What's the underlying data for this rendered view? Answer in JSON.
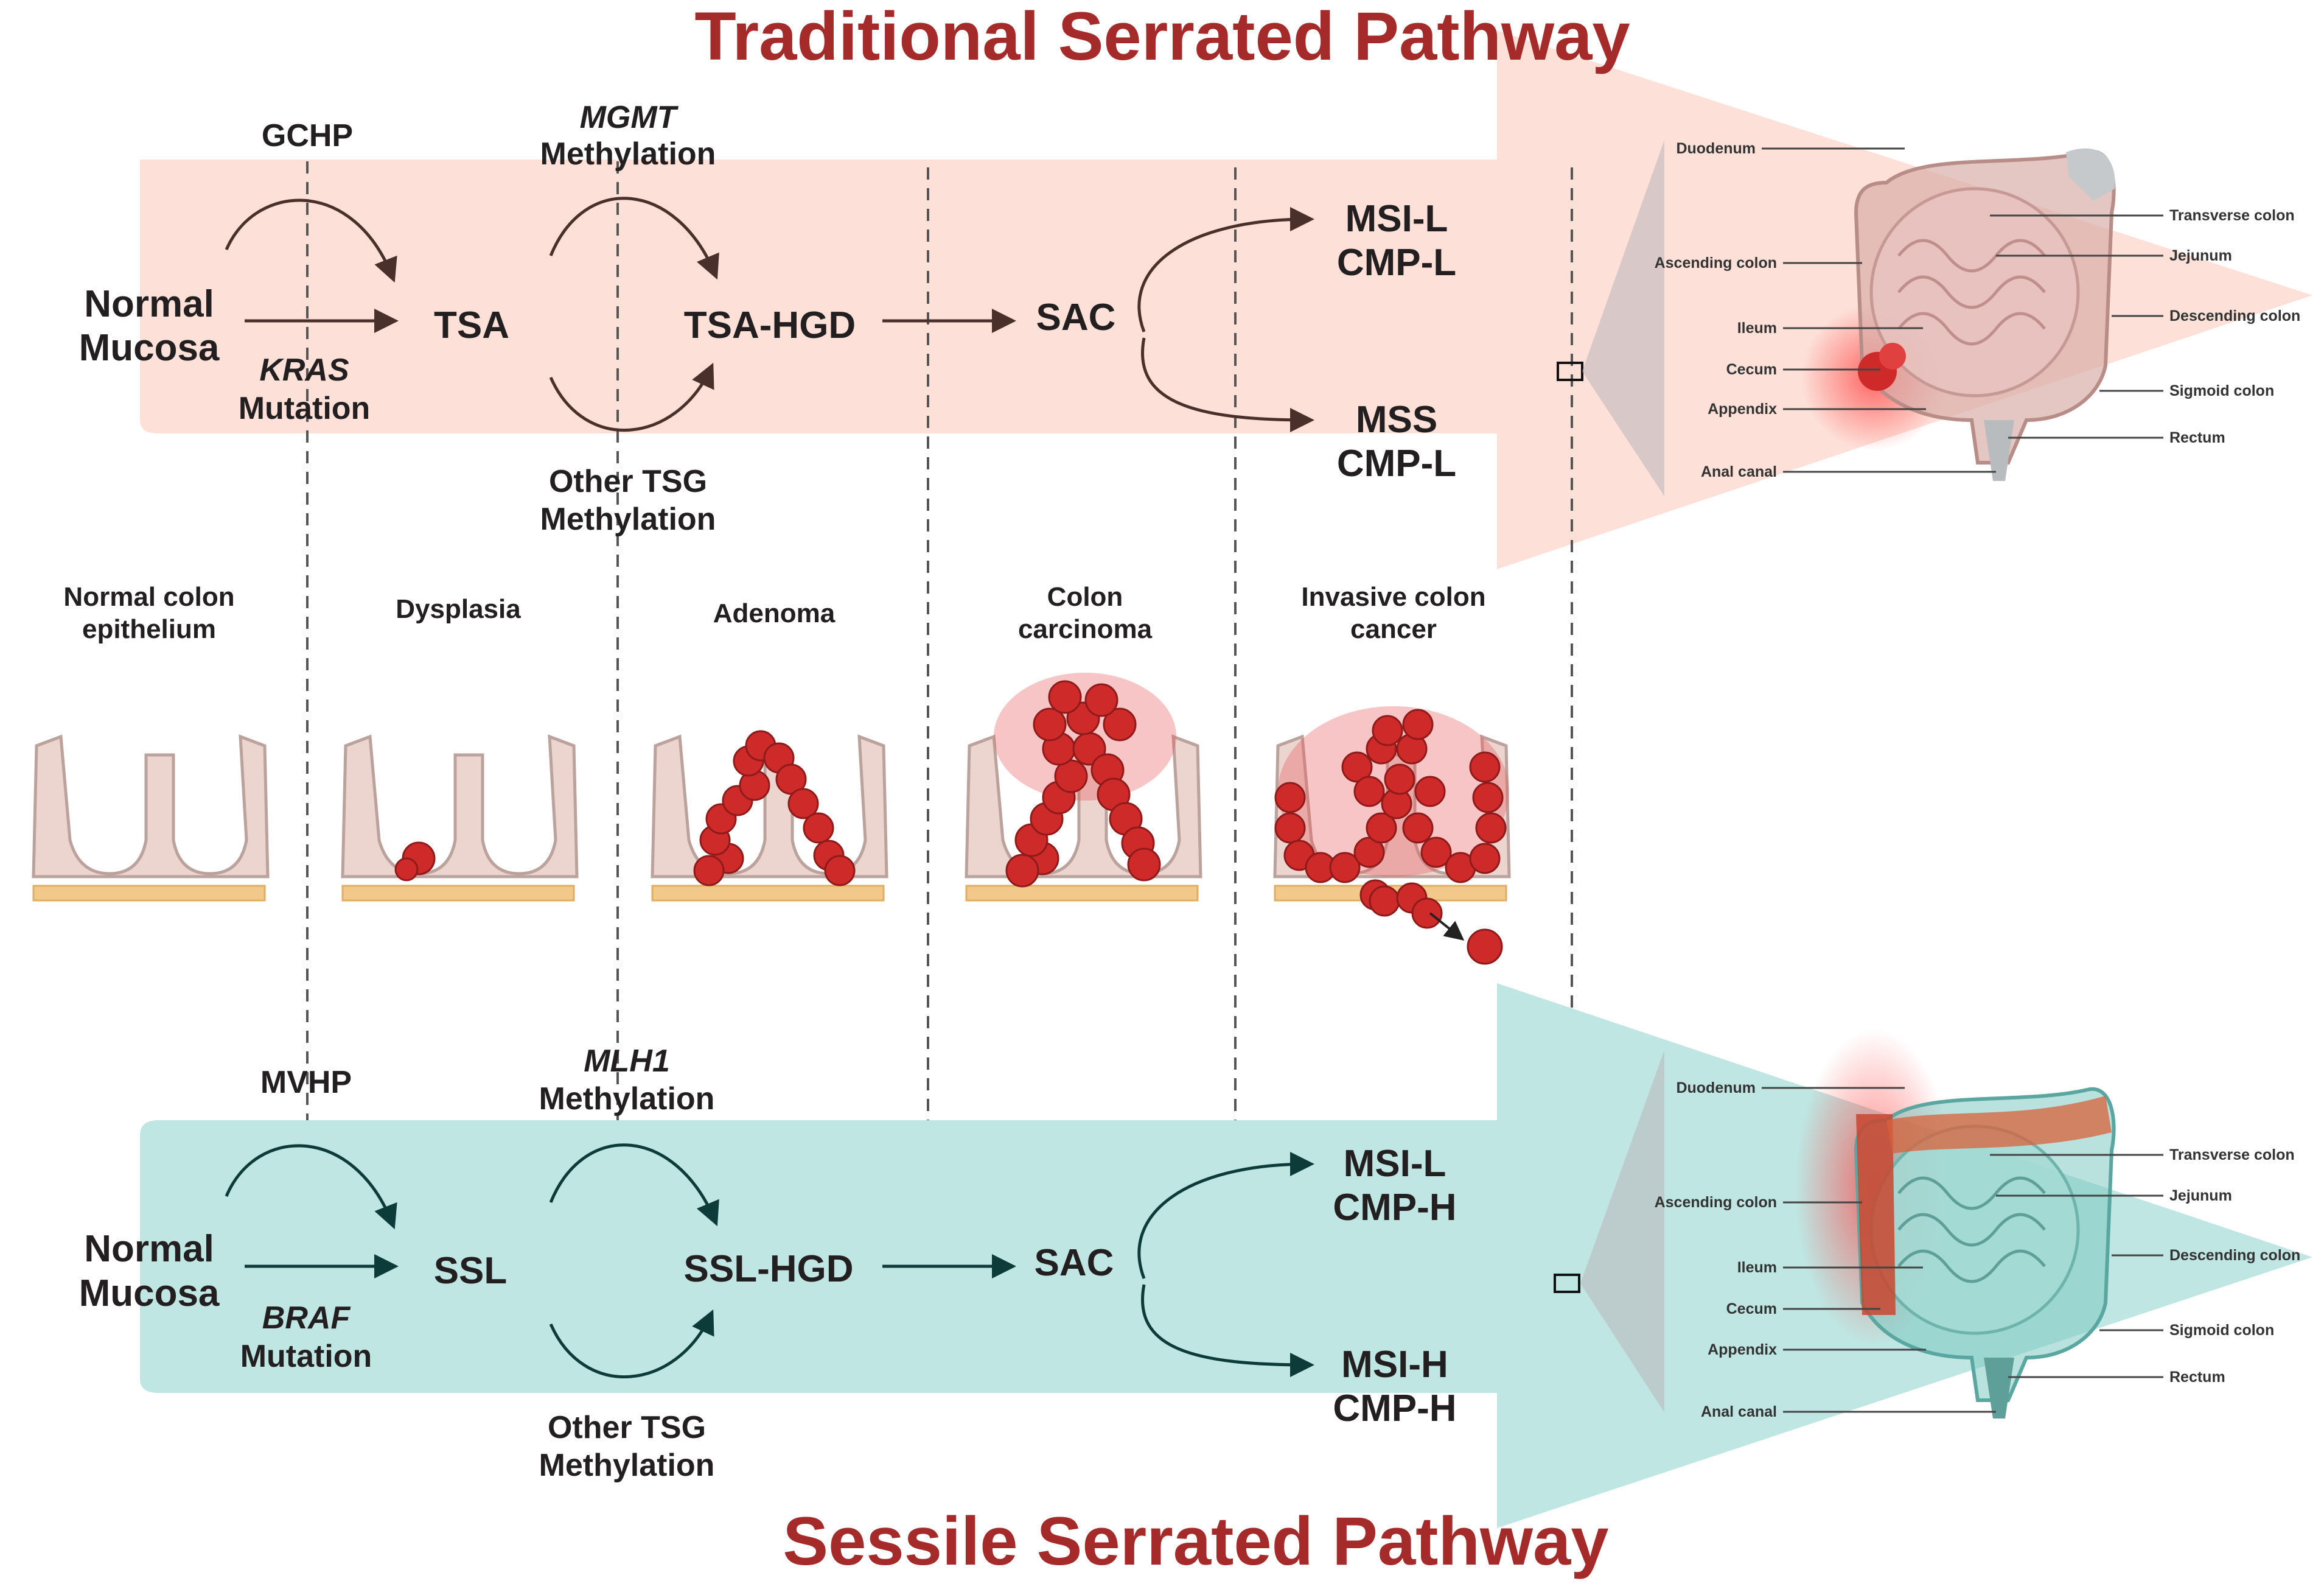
{
  "colors": {
    "title": "#a52a2a",
    "traditional_band": "#fde0d8",
    "sessile_band": "#bfe6e3",
    "node_text": "#231f20",
    "traditional_arrow": "#4a302a",
    "sessile_arrow": "#0c3b3a",
    "tissue": "#ecd4cf",
    "tissue_edge": "#bca29c",
    "tumor": "#cf2a2a",
    "basement": "#f3c98b"
  },
  "top": {
    "title": "Traditional Serrated Pathway",
    "start": [
      "Normal",
      "Mucosa"
    ],
    "precursor_above": "GCHP",
    "mutation_gene": "KRAS",
    "mutation_word": "Mutation",
    "lesion": "TSA",
    "methylation_gene": "MGMT",
    "methylation_word": "Methylation",
    "other_tsg": [
      "Other TSG",
      "Methylation"
    ],
    "hgd": "TSA-HGD",
    "carcinoma": "SAC",
    "outcome_upper": [
      "MSI-L",
      "CMP-L"
    ],
    "outcome_lower": [
      "MSS",
      "CMP-L"
    ],
    "anatomy": [
      "Duodenum",
      "Ascending colon",
      "Ileum",
      "Cecum",
      "Appendix",
      "Anal canal",
      "Transverse colon",
      "Jejunum",
      "Descending colon",
      "Sigmoid colon",
      "Rectum"
    ]
  },
  "middle": {
    "stages": [
      [
        "Normal colon",
        "epithelium"
      ],
      [
        "Dysplasia"
      ],
      [
        "Adenoma"
      ],
      [
        "Colon",
        "carcinoma"
      ],
      [
        "Invasive colon",
        "cancer"
      ]
    ]
  },
  "bottom": {
    "title": "Sessile Serrated Pathway",
    "start": [
      "Normal",
      "Mucosa"
    ],
    "precursor_above": "MVHP",
    "mutation_gene": "BRAF",
    "mutation_word": "Mutation",
    "lesion": "SSL",
    "methylation_gene": "MLH1",
    "methylation_word": "Methylation",
    "other_tsg": [
      "Other TSG",
      "Methylation"
    ],
    "hgd": "SSL-HGD",
    "carcinoma": "SAC",
    "outcome_upper": [
      "MSI-L",
      "CMP-H"
    ],
    "outcome_lower": [
      "MSI-H",
      "CMP-H"
    ],
    "anatomy": [
      "Duodenum",
      "Ascending colon",
      "Ileum",
      "Cecum",
      "Appendix",
      "Anal canal",
      "Transverse colon",
      "Jejunum",
      "Descending colon",
      "Sigmoid colon",
      "Rectum"
    ]
  }
}
